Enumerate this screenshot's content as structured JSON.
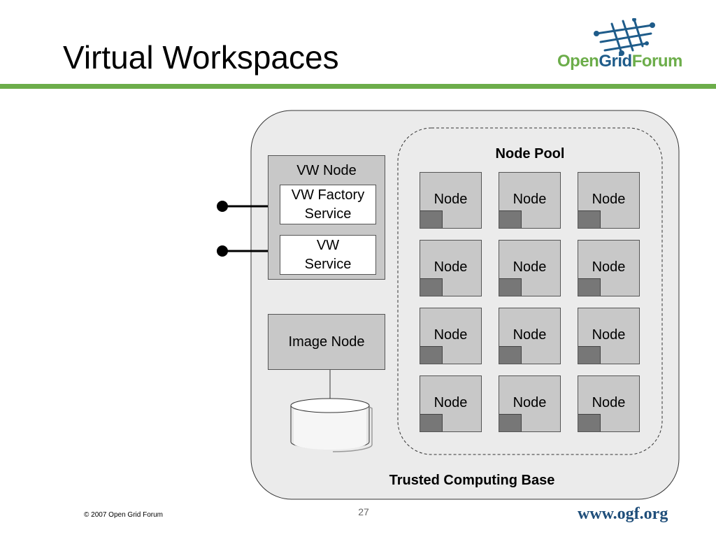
{
  "slide": {
    "title": "Virtual Workspaces",
    "footer_copyright": "© 2007 Open Grid Forum",
    "page_number": "27",
    "footer_url": "www.ogf.org"
  },
  "logo": {
    "text_open": "Open",
    "text_grid": "Grid",
    "text_forum": "Forum",
    "colors": {
      "green": "#6cad4a",
      "blue": "#1f5c8a"
    }
  },
  "diagram": {
    "container_label": "Trusted Computing Base",
    "node_pool_label": "Node Pool",
    "vw_node": {
      "label": "VW Node",
      "factory_service": [
        "VW Factory",
        "Service"
      ],
      "vw_service": [
        "VW",
        "Service"
      ]
    },
    "image_node_label": "Image Node",
    "node_label": "Node",
    "node_grid": {
      "rows": 4,
      "cols": 3
    }
  },
  "colors": {
    "accent_green": "#6cad4a",
    "box_fill": "#c8c8c8",
    "container_fill": "#ebebeb",
    "node_corner": "#777777"
  }
}
